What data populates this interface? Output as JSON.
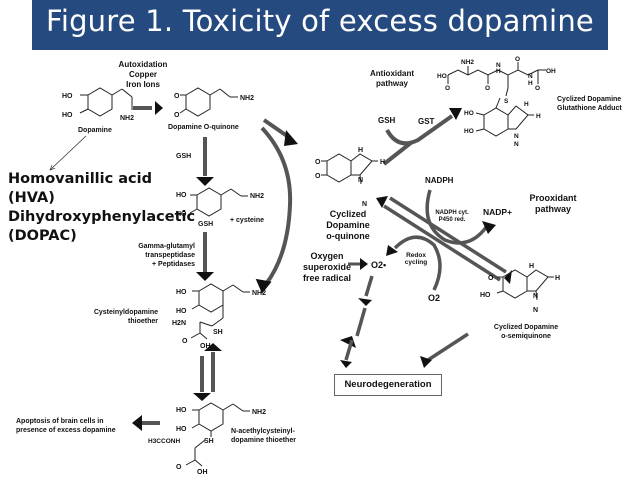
{
  "title": "Figure 1. Toxicity of excess dopamine",
  "colors": {
    "banner": "#254a7f",
    "banner_text": "#ffffff",
    "arrow": "#555555",
    "arrowhead": "#111111"
  },
  "left_column": {
    "oxidation_conditions": [
      "Autoxidation",
      "Copper",
      "Iron Ions"
    ],
    "dopamine": {
      "name": "Dopamine",
      "groups": [
        "HO",
        "HO",
        "NH2"
      ]
    },
    "dopamine_o_quinone": {
      "name": "Dopamine O-quinone",
      "groups": [
        "O",
        "O",
        "NH2"
      ]
    },
    "metabolites": [
      "Homovanillic acid",
      "(HVA)",
      "Dihydroxyphenylacetic",
      "(DOPAC)"
    ],
    "gsh_step": {
      "reagent": "GSH",
      "product_groups": [
        "HO",
        "HO",
        "GSH",
        "NH2"
      ]
    },
    "cysteine_label": "+ cysteine",
    "enzymes": [
      "Gamma-glutamyl",
      "transpeptidase",
      "+ Peptidases"
    ],
    "cysteinyl": {
      "name": [
        "Cysteinyldopamine",
        "thioether"
      ],
      "groups": [
        "HO",
        "HO",
        "NH2",
        "H2N",
        "SH",
        "O",
        "OH"
      ]
    },
    "n_acetyl": {
      "name": [
        "N-acethylcysteinyl-",
        "dopamine thioether"
      ],
      "groups": [
        "HO",
        "HO",
        "NH2",
        "H3CCONH",
        "SH",
        "O",
        "OH"
      ]
    },
    "apoptosis": [
      "Apoptosis of brain cells in",
      "presence of excess dopamine"
    ]
  },
  "right_column": {
    "antioxidant_pathway": [
      "Antioxidant",
      "pathway"
    ],
    "gsh": "GSH",
    "gst": "GST",
    "glutathione_adduct": {
      "name": [
        "Cyclized Dopamine",
        "Glutathione Adduct"
      ],
      "groups": [
        "NH2",
        "HO",
        "O",
        "O",
        "N",
        "H",
        "O",
        "N",
        "H",
        "O",
        "OH",
        "S",
        "HO",
        "HO",
        "H",
        "H",
        "N",
        "N"
      ]
    },
    "cyclized_quinone": {
      "name": [
        "Cyclized",
        "Dopamine",
        "o-quinone"
      ],
      "groups": [
        "O",
        "O",
        "H",
        "H",
        "N",
        "N"
      ]
    },
    "nadph": "NADPH",
    "enzyme": [
      "NADPH cyt.",
      "P450 red."
    ],
    "nadp_plus": "NADP+",
    "prooxidant_pathway": [
      "Prooxidant",
      "pathway"
    ],
    "superoxide": [
      "Oxygen",
      "superoxide",
      "free radical"
    ],
    "o2_radical": "O2•",
    "redox": [
      "Redox",
      "cycling"
    ],
    "o2": "O2",
    "semiquinone": {
      "name": [
        "Cyclized Dopamine",
        "o-semiquinone"
      ],
      "groups": [
        "O",
        "HO",
        "H",
        "H",
        "N",
        "N"
      ]
    },
    "neurodegeneration": "Neurodegeneration"
  }
}
